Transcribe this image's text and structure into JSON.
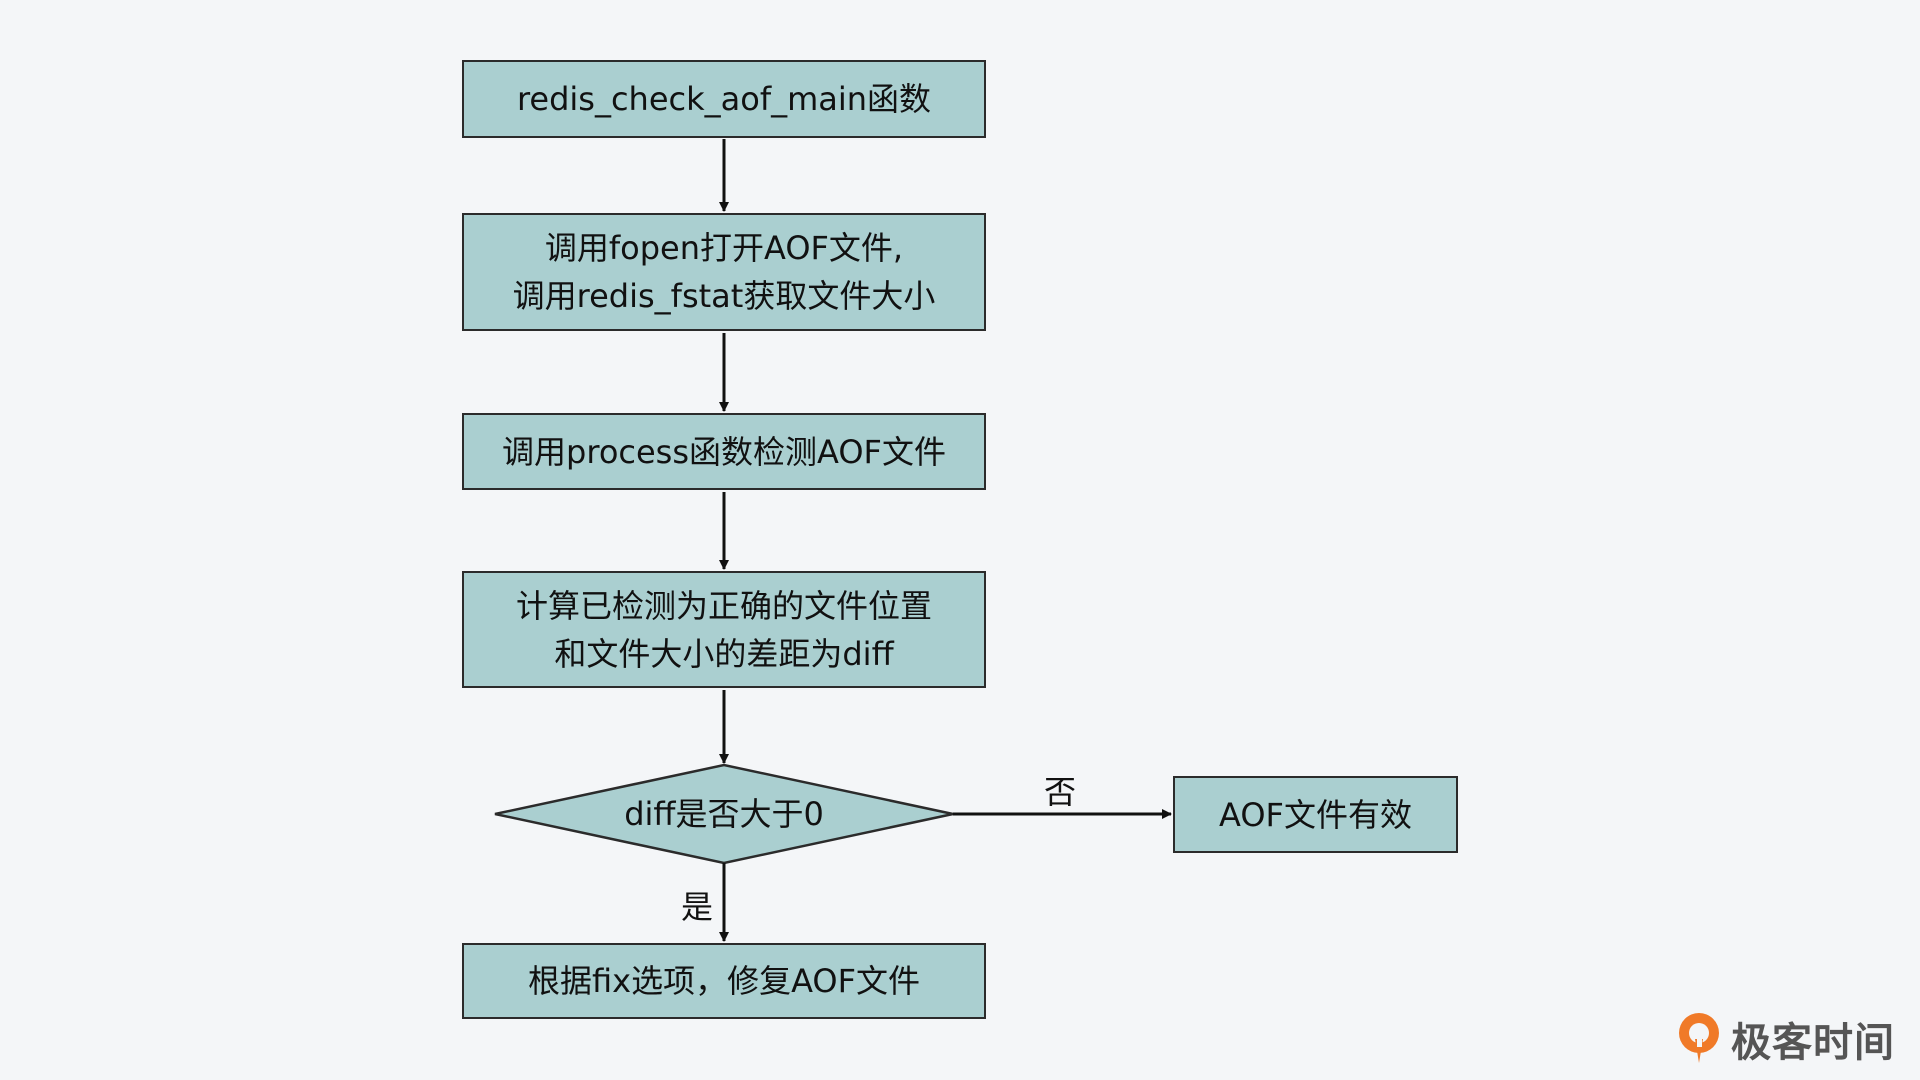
{
  "diagram": {
    "nodes": [
      {
        "id": "main",
        "type": "process",
        "lines": [
          "redis_check_aof_main函数"
        ]
      },
      {
        "id": "open",
        "type": "process",
        "lines": [
          "调用fopen打开AOF文件,",
          "调用redis_fstat获取文件大小"
        ]
      },
      {
        "id": "process",
        "type": "process",
        "lines": [
          "调用process函数检测AOF文件"
        ]
      },
      {
        "id": "diff",
        "type": "process",
        "lines": [
          "计算已检测为正确的文件位置",
          "和文件大小的差距为diff"
        ]
      },
      {
        "id": "decision",
        "type": "decision",
        "lines": [
          "diff是否大于0"
        ]
      },
      {
        "id": "valid",
        "type": "process",
        "lines": [
          "AOF文件有效"
        ]
      },
      {
        "id": "fix",
        "type": "process",
        "lines": [
          "根据fix选项，修复AOF文件"
        ]
      }
    ],
    "edges": [
      {
        "from": "main",
        "to": "open",
        "label": ""
      },
      {
        "from": "open",
        "to": "process",
        "label": ""
      },
      {
        "from": "process",
        "to": "diff",
        "label": ""
      },
      {
        "from": "diff",
        "to": "decision",
        "label": ""
      },
      {
        "from": "decision",
        "to": "valid",
        "label": "否"
      },
      {
        "from": "decision",
        "to": "fix",
        "label": "是"
      }
    ],
    "colors": {
      "node_fill": "#aacfd0",
      "stroke": "#2b2b2b",
      "background": "#f4f6f8"
    }
  },
  "branding": {
    "logo_text": "极客时间",
    "logo_color": "#f07a28"
  }
}
